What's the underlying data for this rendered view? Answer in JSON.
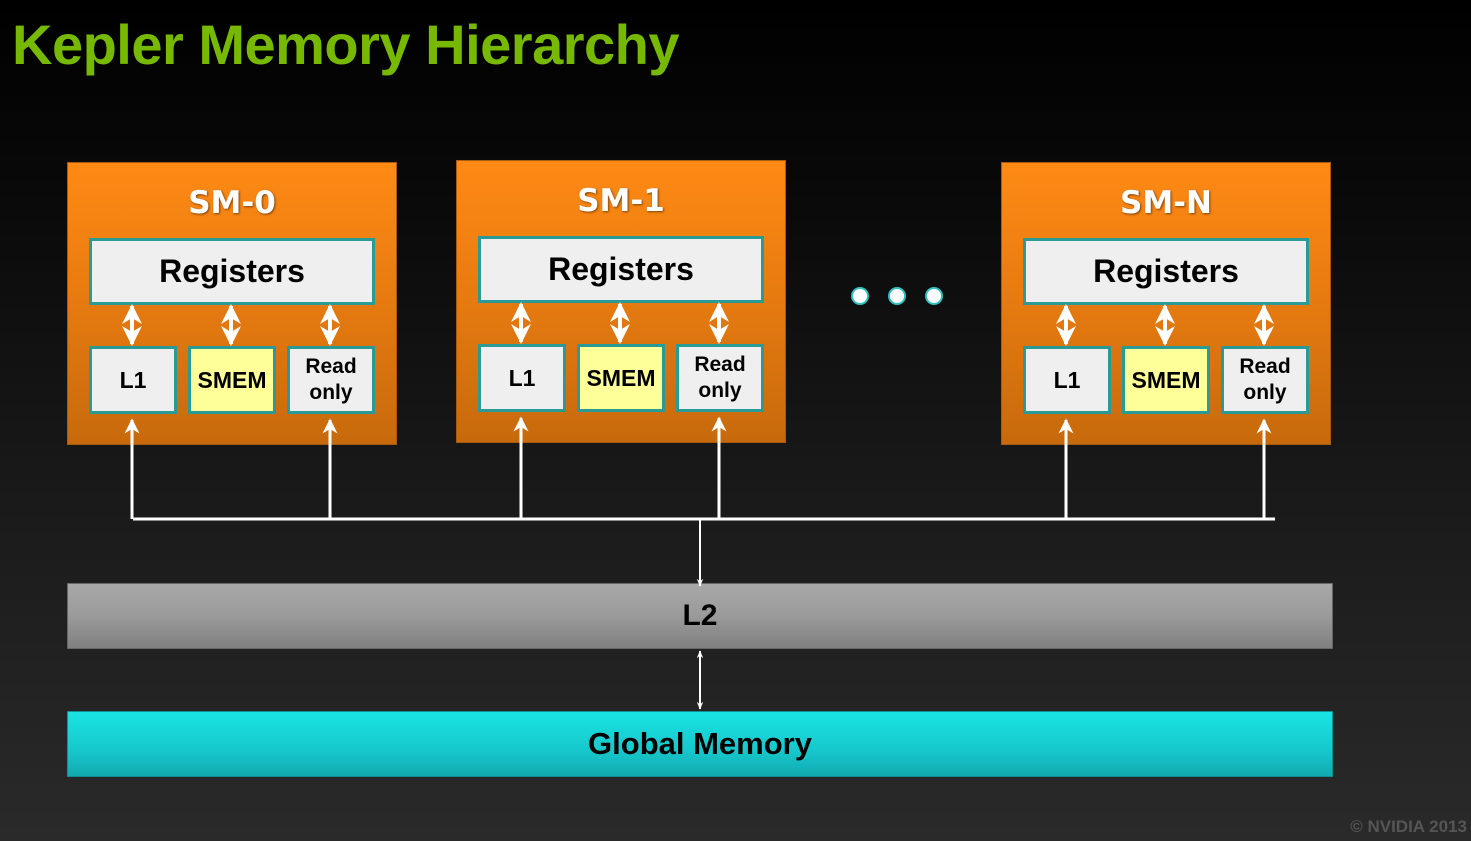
{
  "title": "Kepler Memory Hierarchy",
  "sms": [
    {
      "label": "SM-0",
      "registers": "Registers",
      "l1": "L1",
      "smem": "SMEM",
      "readonly_line1": "Read",
      "readonly_line2": "only"
    },
    {
      "label": "SM-1",
      "registers": "Registers",
      "l1": "L1",
      "smem": "SMEM",
      "readonly_line1": "Read",
      "readonly_line2": "only"
    },
    {
      "label": "SM-N",
      "registers": "Registers",
      "l1": "L1",
      "smem": "SMEM",
      "readonly_line1": "Read",
      "readonly_line2": "only"
    }
  ],
  "ellipsis_icon": "three-dots",
  "l2": "L2",
  "global_memory": "Global Memory",
  "copyright": "© NVIDIA 2013",
  "colors": {
    "title": "#76b900",
    "sm": "#ff8a14",
    "smem": "#ffff99",
    "l2": "#a0a0a0",
    "global_memory": "#1ae3e3",
    "border": "#2a9a96"
  }
}
